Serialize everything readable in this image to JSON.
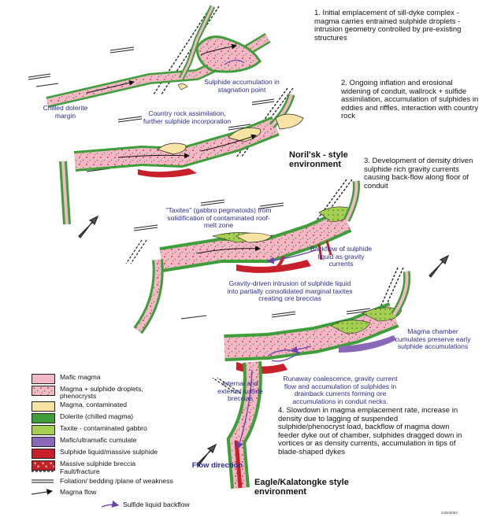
{
  "steps": {
    "s1": "1. Initial emplacement of sill-dyke complex - magma carries entrained sulphide droplets - intrusion geometry controlled by pre-existing structures",
    "s2": "2. Ongoing inflation and erosional widening of conduit, wallrock + sulfide assimilation, accumulation of sulphides in eddies and riffles, interaction with country rock",
    "s3": "3. Development of density driven sulphide rich gravity currents causing back-flow along floor of conduit",
    "s4": "4. Slowdown in magma emplacement rate, increase in density due to lagging of suspended sulphide/phenocryst load, backflow of magma down feeder dyke out of chamber, sulphides dragged down in vortices or as density currents, accumulation in tips of blade-shaped dykes"
  },
  "annotations": {
    "chilled_margin": "Chilled dolerite margin",
    "sulphide_accumulation": "Sulphide accumulation in stagnation point",
    "country_rock": "Country rock assimilation, further sulphide incorporation",
    "taxites": "\"Taxites\" (gabbro pegmatoids) from solidification of contaminated roof-melt zone",
    "backflow": "Backflow of sulphide liquid as gravity currents",
    "gravity_intrusion": "Gravity-driven intrusion of sulphide liquid into partially consolidated marginal taxites creating ore breccias",
    "magma_chamber": "Magma chamber cumulates preserve early sulphide accumulations",
    "runaway": "Runaway coalescence, gravity current flow and accumulation of sulphides in drainback currents forming ore accumulations in conduit necks.",
    "breccias": "Internal and external sulfide breccias",
    "flow_direction": "Flow direction"
  },
  "environments": {
    "norilsk": "Noril'sk - style environment",
    "eagle": "Eagle/Kalatongke style environment"
  },
  "legend": [
    {
      "label": "Mafic magma",
      "color": "#f2b8c6",
      "pattern": "plain"
    },
    {
      "label": "Magma + sulphide droplets, phenocrysts",
      "color": "#f2b8c6",
      "pattern": "dots"
    },
    {
      "label": "Magma, contaminated",
      "color": "#f7e3a3",
      "pattern": "plain"
    },
    {
      "label": "Dolerite (chilled magma)",
      "color": "#3e9e3a",
      "pattern": "plain"
    },
    {
      "label": "Taxite - contaminated gabbro",
      "color": "#a6cf52",
      "pattern": "plain"
    },
    {
      "label": "Mafic/ultramafic cumulate",
      "color": "#8a67b8",
      "pattern": "plain"
    },
    {
      "label": "Sulphide liquid/massive sulphide",
      "color": "#c8202a",
      "pattern": "plain"
    },
    {
      "label": "Massive sulphide breccia",
      "color": "#c8202a",
      "pattern": "breccia"
    }
  ],
  "legend_lines": [
    {
      "label": "Fault/fracture",
      "style": "dashed"
    },
    {
      "label": "Foliation/ bedding /plane of weakness",
      "style": "hatched"
    },
    {
      "label": "Magma flow",
      "style": "black-arrow"
    },
    {
      "label": "Sulfide liquid backflow",
      "style": "purple-arrow"
    }
  ],
  "credit": "SJBeb083",
  "colors": {
    "mafic": "#f2b8c6",
    "contaminated": "#f7e3a3",
    "dolerite": "#3e9e3a",
    "taxite": "#a6cf52",
    "cumulate": "#8a67b8",
    "sulphide": "#c8202a",
    "annotation": "#2b2b8f"
  }
}
